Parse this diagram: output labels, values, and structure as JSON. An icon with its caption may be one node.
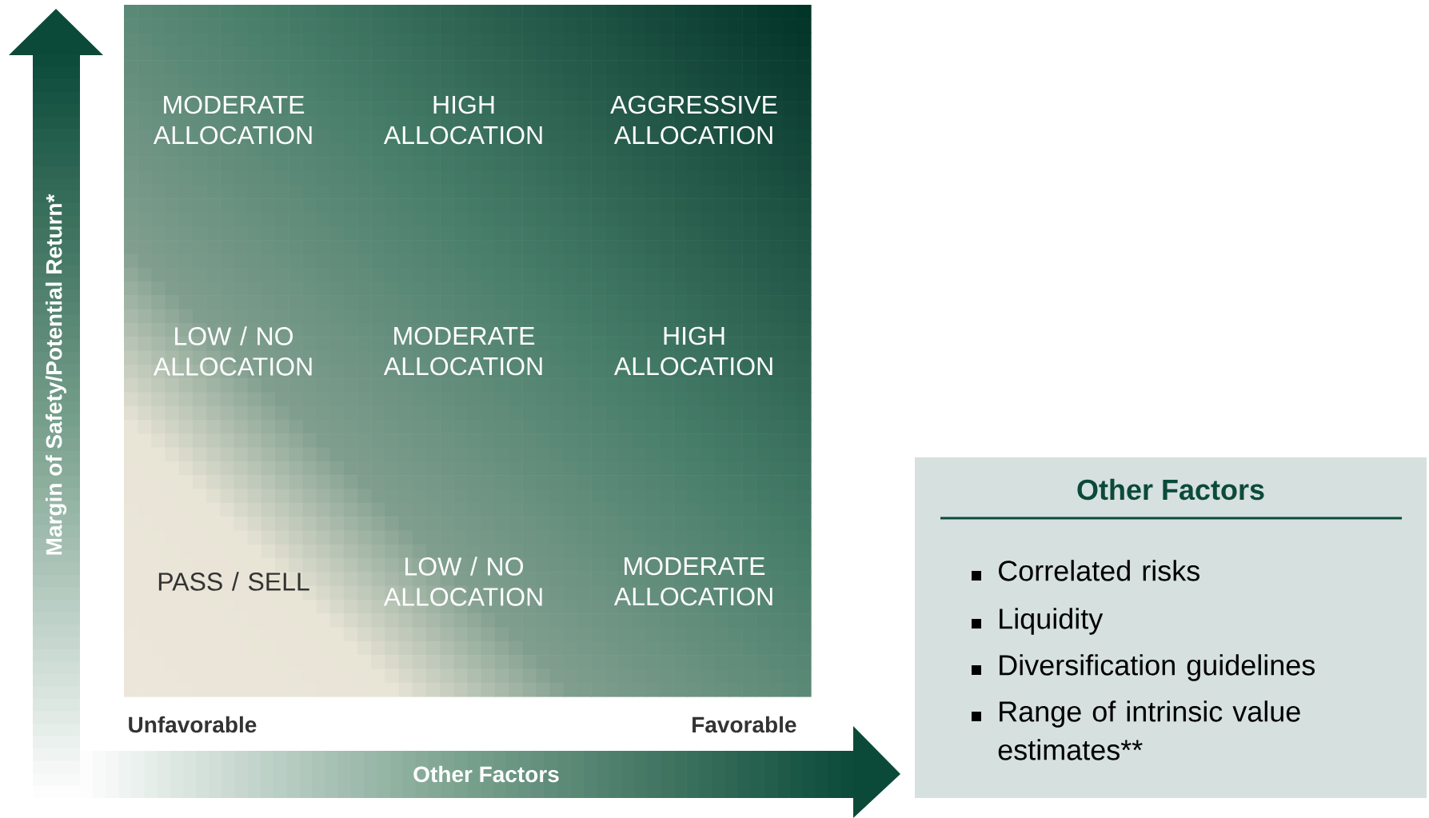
{
  "diagram": {
    "nodes": [
      {
        "text": [
          "Other Factors",
          "Correlated risks",
          "Liquidity",
          "Diversification guidelines",
          "Range of intrinsic value estimates**"
        ]
      }
    ],
    "labels": [
      "MODERATE ALLOCATION",
      "HIGH ALLOCATION",
      "AGGRESSIVE ALLOCATION",
      "LOW / NO ALLOCATION",
      "MODERATE ALLOCATION",
      "HIGH ALLOCATION",
      "PASS / SELL",
      "LOW / NO ALLOCATION",
      "MODERATE ALLOCATION",
      "Margin of Safety/Potential Return*",
      "Unfavorable",
      "Favorable",
      "Other Factors"
    ]
  }
}
